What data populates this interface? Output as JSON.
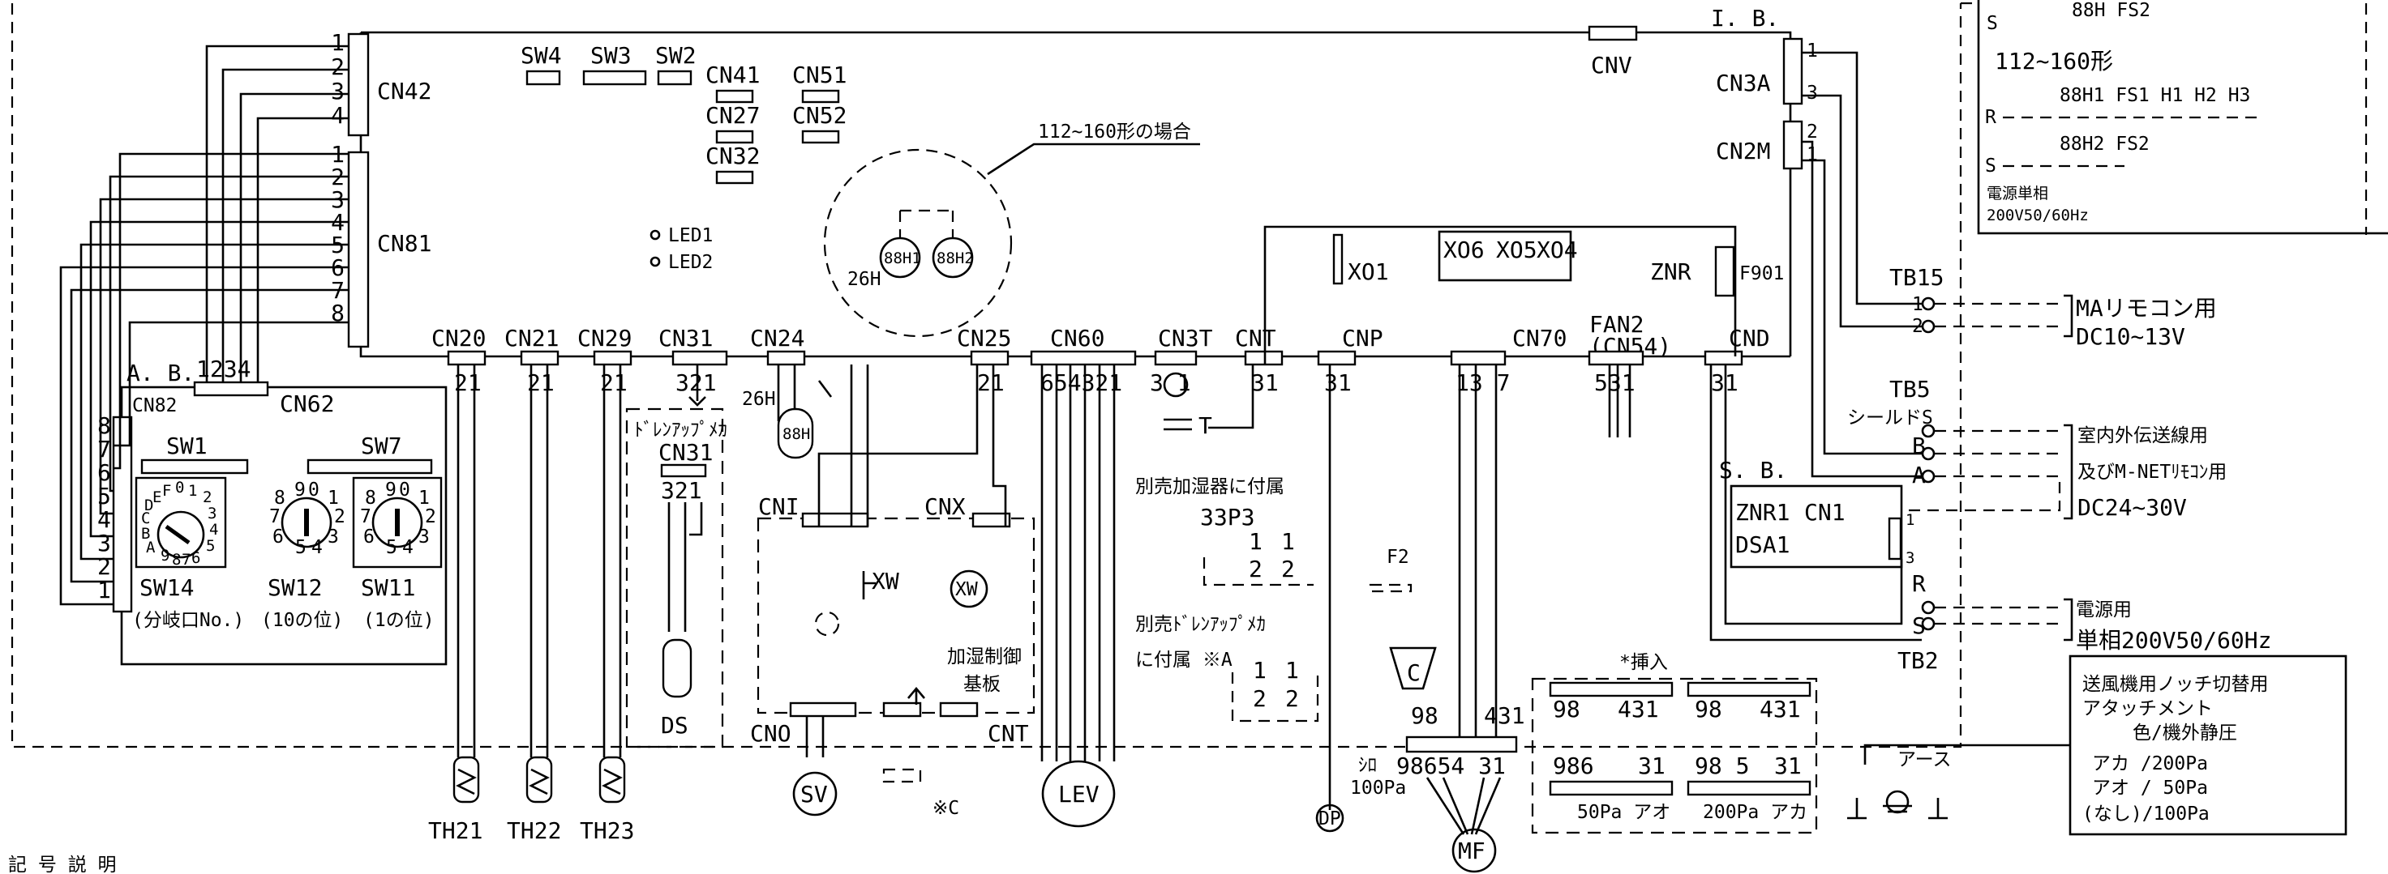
{
  "board_labels": {
    "ib": "I. B.",
    "ab": "A. B.",
    "sb": "S. B."
  },
  "connectors": {
    "cn42": "CN42",
    "cn81": "CN81",
    "cn82": "CN82",
    "cn62": "CN62",
    "cnv": "CNV",
    "cn3a": "CN3A",
    "cn2m": "CN2M",
    "cn41": "CN41",
    "cn51": "CN51",
    "cn27": "CN27",
    "cn52": "CN52",
    "cn32": "CN32",
    "cn20": "CN20",
    "cn21": "CN21",
    "cn29": "CN29",
    "cn31": "CN31",
    "cn24": "CN24",
    "cn25": "CN25",
    "cn60": "CN60",
    "cn3t": "CN3T",
    "cnt": "CNT",
    "cnp": "CNP",
    "cn70": "CN70",
    "fan2": "FAN2",
    "cn54": "(CN54)",
    "cnd": "CND",
    "cni": "CNI",
    "cnx": "CNX",
    "cno": "CNO",
    "cnt2": "CNT",
    "cn1": "CN1",
    "cn31sub": "CN31"
  },
  "pins": {
    "cn42": [
      "1",
      "2",
      "3",
      "4"
    ],
    "cn81": [
      "1",
      "2",
      "3",
      "4",
      "5",
      "6",
      "7",
      "8"
    ],
    "cn82": [
      "8",
      "7",
      "6",
      "5",
      "4",
      "3",
      "2",
      "1"
    ],
    "cn62": "1234",
    "cn20": "21",
    "cn21": "21",
    "cn29": "21",
    "cn31": "321",
    "cn25": "21",
    "cn60": "654321",
    "cn3t": "3 1",
    "cnt": "31",
    "cnp": "31",
    "cn70": "13 7",
    "fan2": "531",
    "cnd": "31",
    "cn3a": [
      "1",
      "3"
    ],
    "cn2m": [
      "2",
      "1"
    ],
    "cn31sub": "321",
    "cn1": [
      "1",
      "3"
    ]
  },
  "switches": {
    "sw4": "SW4",
    "sw3": "SW3",
    "sw2": "SW2",
    "sw1": "SW1",
    "sw7": "SW7",
    "sw14": "SW14",
    "sw12": "SW12",
    "sw11": "SW11",
    "sw14_note": "(分岐口No.)",
    "sw12_note": "(10の位)",
    "sw11_note": "(1の位)",
    "dial14": [
      "E",
      "F",
      "0",
      "1",
      "2",
      "3",
      "4",
      "5",
      "6",
      "7",
      "8",
      "9",
      "A",
      "B",
      "C",
      "D"
    ],
    "dial10": [
      "9",
      "0",
      "1",
      "2",
      "3",
      "4",
      "5",
      "6",
      "7",
      "8"
    ]
  },
  "leds": [
    "LED1",
    "LED2"
  ],
  "components": {
    "xo1": "XO1",
    "xo6": "XO6",
    "xo5": "XO5",
    "xo4": "XO4",
    "znr": "ZNR",
    "f901": "F901",
    "t": "T",
    "h26": "26H",
    "h88": "88H",
    "h88h1": "88H1",
    "h88h2": "88H2",
    "th21": "TH21",
    "th22": "TH22",
    "th23": "TH23",
    "ds": "DS",
    "sv": "SV",
    "lev": "LEV",
    "mf": "MF",
    "dp": "DP",
    "c": "C",
    "xw": "XW",
    "znr1": "ZNR1",
    "dsa1": "DSA1",
    "f2": "F2",
    "p33": "33P3",
    "note_c": "※C",
    "r": "R",
    "s": "S",
    "b": "B",
    "a": "A"
  },
  "callout_112": "112~160形の場合",
  "drain_up": "ﾄﾞﾚﾝｱｯﾌﾟﾒｶ",
  "humidifier": {
    "title": "別売加湿器に付属",
    "ctrl1": "加湿制御",
    "ctrl2": "基板",
    "drain1": "別売ﾄﾞﾚﾝｱｯﾌﾟﾒｶ",
    "drain2": "に付属 ※A",
    "pins": [
      "1",
      "1",
      "2",
      "2"
    ]
  },
  "fan_motor": {
    "shiro": "ｼﾛ",
    "shiro_pins": "98654 31",
    "pa100": "100Pa",
    "top_pins": "98",
    "top_pins2": "431"
  },
  "insert": {
    "title": "*挿入",
    "a_top": "98",
    "a_top2": "431",
    "a_bot": "986",
    "a_bot2": "31",
    "a_label": "50Pa アオ",
    "b_top": "98",
    "b_top2": "431",
    "b_bot": "98 5",
    "b_bot2": "31",
    "b_label": "200Pa アカ"
  },
  "terminals": {
    "tb15": "TB15",
    "tb5": "TB5",
    "tb2": "TB2",
    "shield": "シールドS",
    "tb15_pins": [
      "1",
      "2"
    ],
    "ma_remote": "MAリモコン用",
    "dc1013": "DC10~13V",
    "comm1": "室内外伝送線用",
    "comm2": "及びM-NETﾘﾓｺﾝ用",
    "dc2430": "DC24~30V",
    "power": "電源用",
    "power2": "単相200V50/60Hz"
  },
  "right_panel": {
    "l1": "88H FS2",
    "l2": "112~160形",
    "l3": "88H1 FS1  H1 H2 H3",
    "l4": "88H2 FS2",
    "r": "R",
    "s1": "S",
    "s2": "S",
    "l5": "電源単相",
    "l6": "200V50/60Hz"
  },
  "attachment": {
    "title": "送風機用ノッチ切替用",
    "l2": "アタッチメント",
    "l3": "色/機外静圧",
    "rows": [
      "アカ /200Pa",
      "アオ / 50Pa",
      "(なし)/100Pa"
    ]
  },
  "earth": "アース",
  "footer": "記 号 説 明"
}
